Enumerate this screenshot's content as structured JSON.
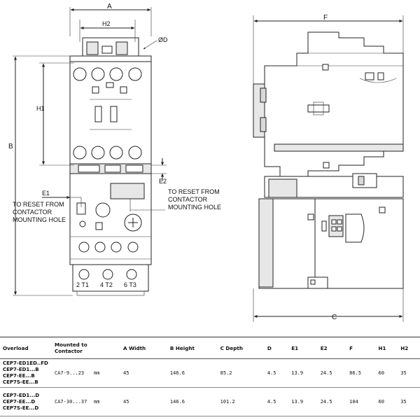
{
  "diagram": {
    "dim_labels": {
      "A": "A",
      "H2": "H2",
      "D": "ØD",
      "F": "F",
      "B": "B",
      "H1": "H1",
      "E1": "E1",
      "E2": "E2",
      "C": "C"
    },
    "note_left": [
      "TO RESET FROM",
      "CONTACTOR",
      "MOUNTING HOLE"
    ],
    "note_right": [
      "TO RESET FROM",
      "CONTACTOR",
      "MOUNTING HOLE"
    ],
    "terminal_labels": [
      "2 T1",
      "4 T2",
      "6 T3"
    ]
  },
  "table": {
    "headers": [
      "Overload",
      "Mounted to Contactor",
      "",
      "A Width",
      "B Height",
      "C Depth",
      "D",
      "E1",
      "E2",
      "F",
      "H1",
      "H2"
    ],
    "rows": [
      {
        "overload": [
          "CEP7-ED1ED..FD",
          "CEP7-ED1...B",
          "CEP7-EE...B",
          "CEP7S-EE...B"
        ],
        "contactor": "CA7-9...23",
        "unit": "mm",
        "a": "45",
        "b": "146.6",
        "c": "85.2",
        "d": "4.5",
        "e1": "13.9",
        "e2": "24.5",
        "f": "86.5",
        "h1": "60",
        "h2": "35"
      },
      {
        "overload": [
          "CEP7-ED1...D",
          "CEP7-EE...D",
          "CEP7S-EE...D"
        ],
        "contactor": "CA7-30...37",
        "unit": "mm",
        "a": "45",
        "b": "146.6",
        "c": "101.2",
        "d": "4.5",
        "e1": "13.9",
        "e2": "24.5",
        "f": "104",
        "h1": "60",
        "h2": "35"
      }
    ]
  }
}
